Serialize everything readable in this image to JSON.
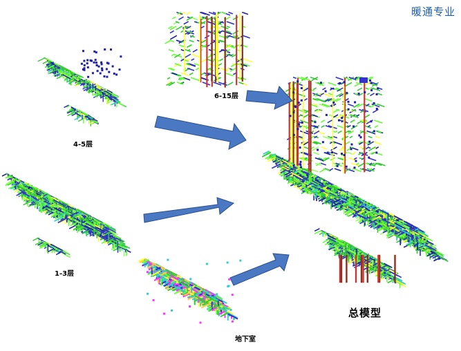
{
  "heading": {
    "text": "暖通专业",
    "color": "#1f5fb3"
  },
  "labels": {
    "floors_6_15": "6-15层",
    "floors_4_5": "4-5层",
    "floors_1_3": "1-3层",
    "basement": "地下室",
    "total_model": "总模型"
  },
  "colors": {
    "arrow_fill": "#4a78c2",
    "arrow_stroke": "#2a4f8f",
    "pipe_palette": [
      "#33cc33",
      "#66ff33",
      "#ffff33",
      "#3333cc",
      "#1f1fa8",
      "#cc3333",
      "#8b2f1f",
      "#33cccc",
      "#ff33ff",
      "#99ff66",
      "#ffcc33"
    ]
  }
}
